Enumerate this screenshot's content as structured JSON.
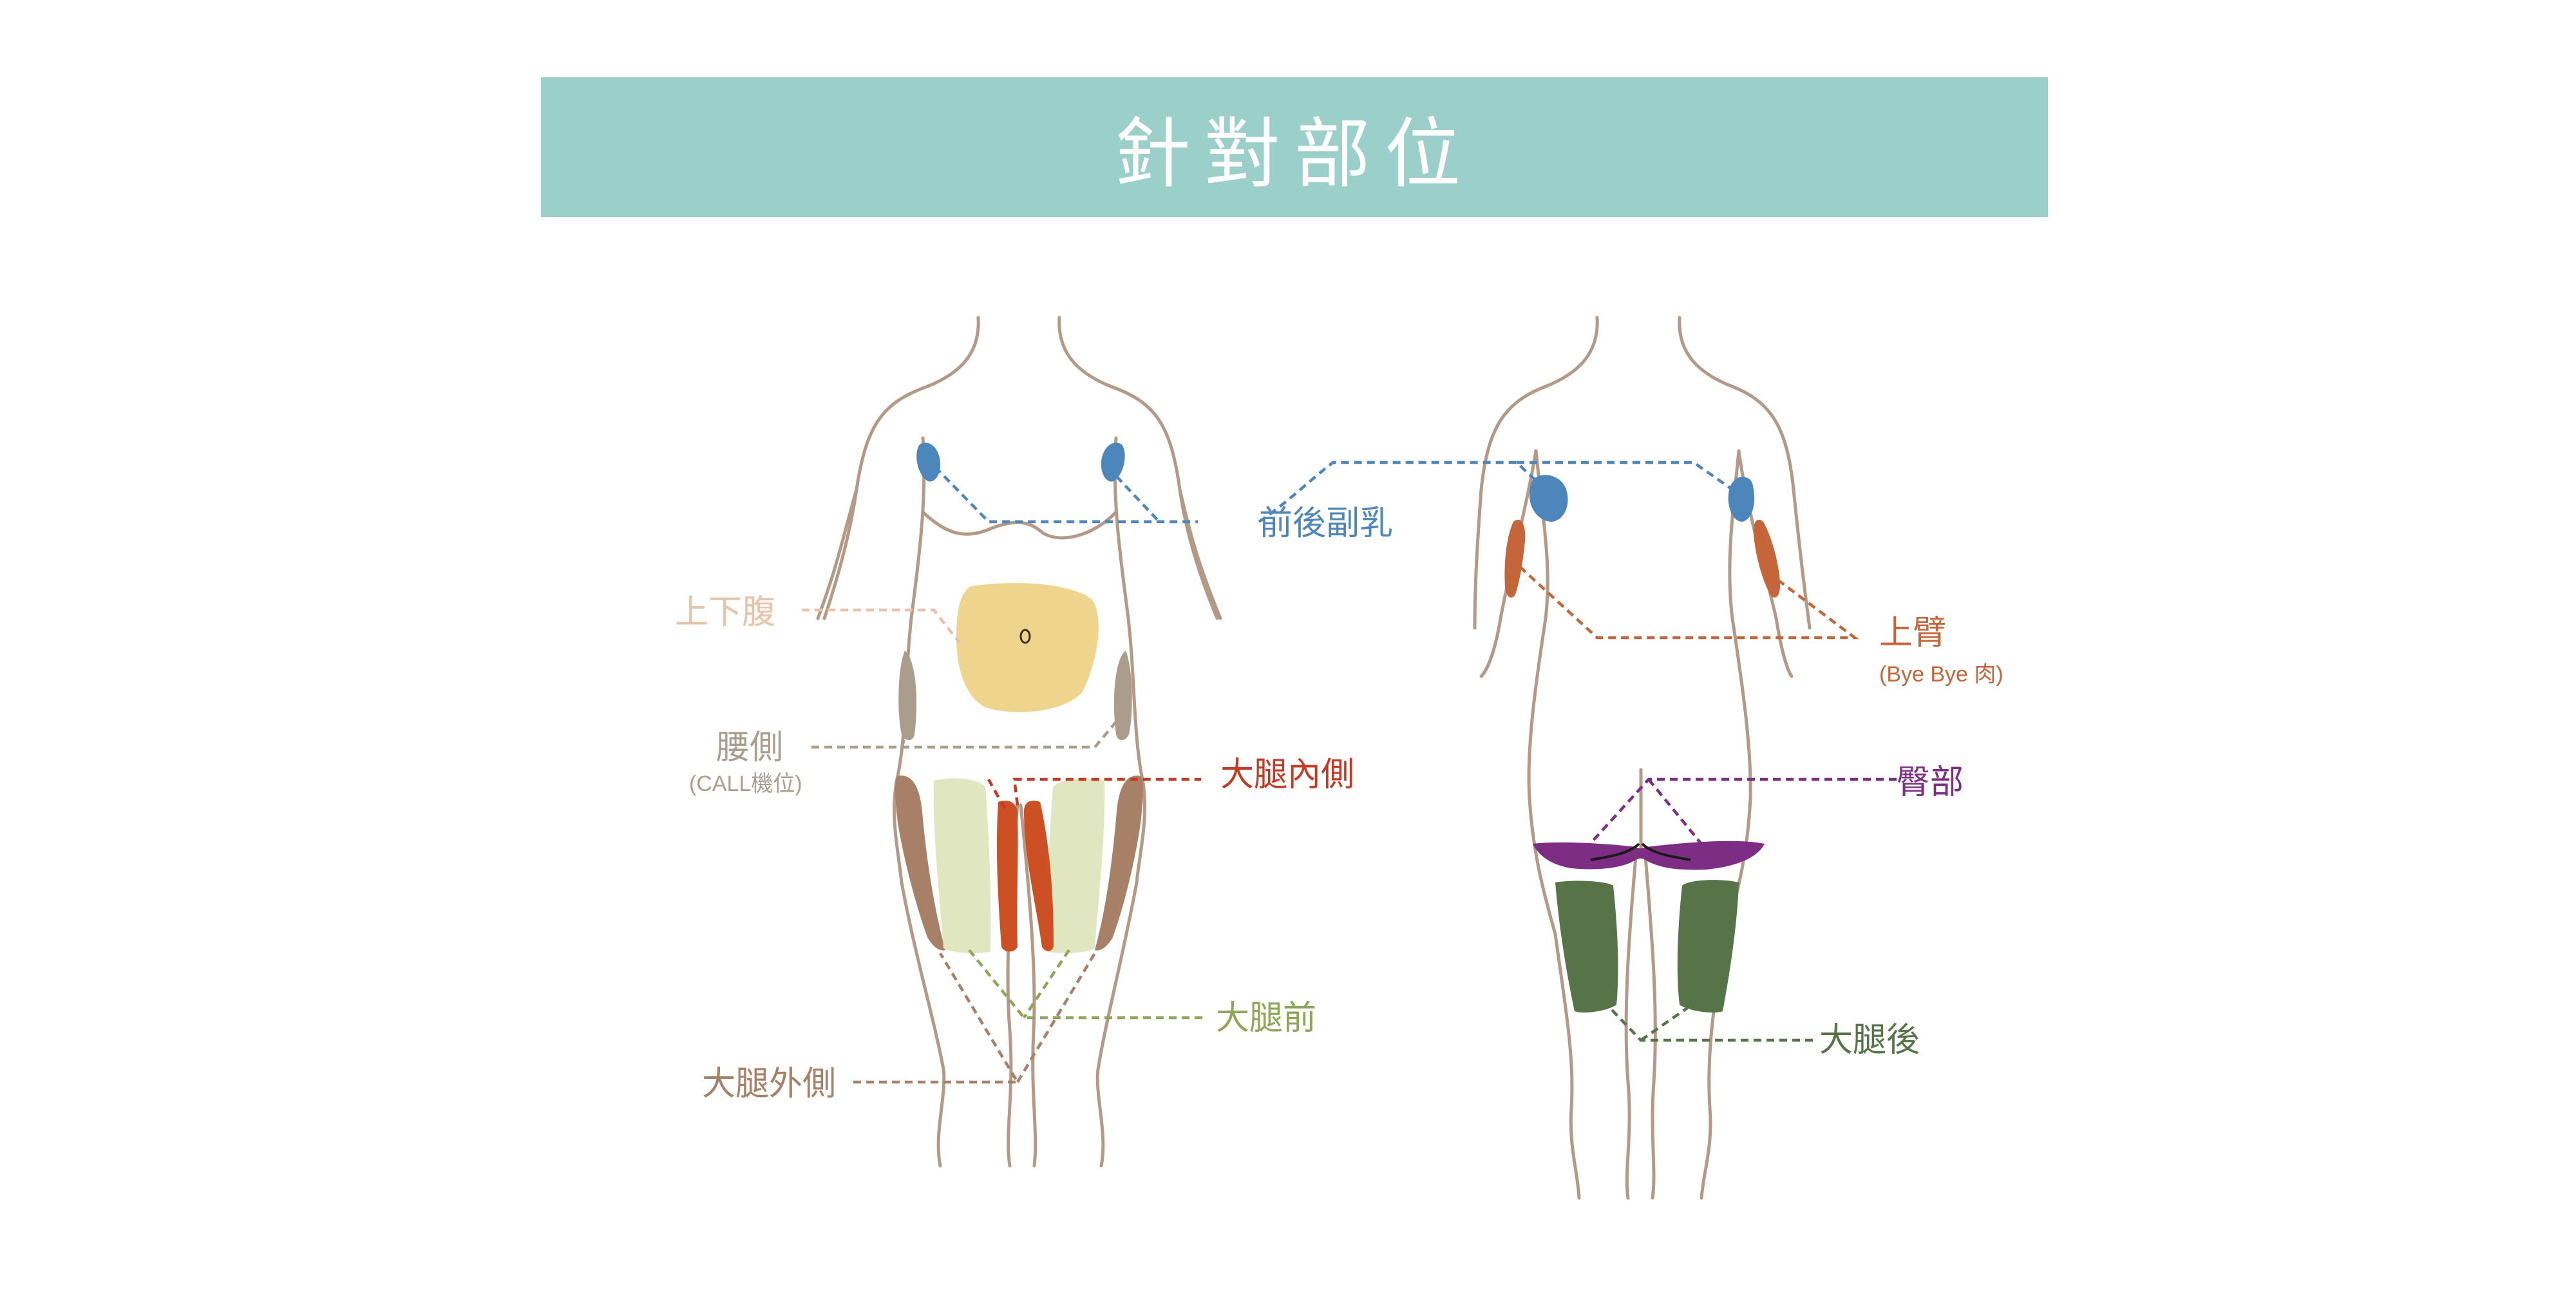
{
  "title": "針對部位",
  "colors": {
    "banner": "#9bcfca",
    "outline": "#b49a86",
    "breast_side": "#4d86ba",
    "abdomen": "#efd48d",
    "waist": "#aa9d8b",
    "inner_thigh": "#cd5024",
    "front_thigh": "#e0e6bf",
    "outer_thigh": "#a78067",
    "upper_arm": "#c4653a",
    "buttocks": "#7d2d83",
    "back_thigh": "#577449"
  },
  "labels": {
    "breast_side": "前後副乳",
    "abdomen": "上下腹",
    "waist": "腰側",
    "waist_sub": "(CALL機位)",
    "inner_thigh": "大腿內側",
    "front_thigh": "大腿前",
    "outer_thigh": "大腿外側",
    "upper_arm": "上臂",
    "upper_arm_sub": "(Bye Bye 肉)",
    "buttocks": "臀部",
    "back_thigh": "大腿後"
  }
}
